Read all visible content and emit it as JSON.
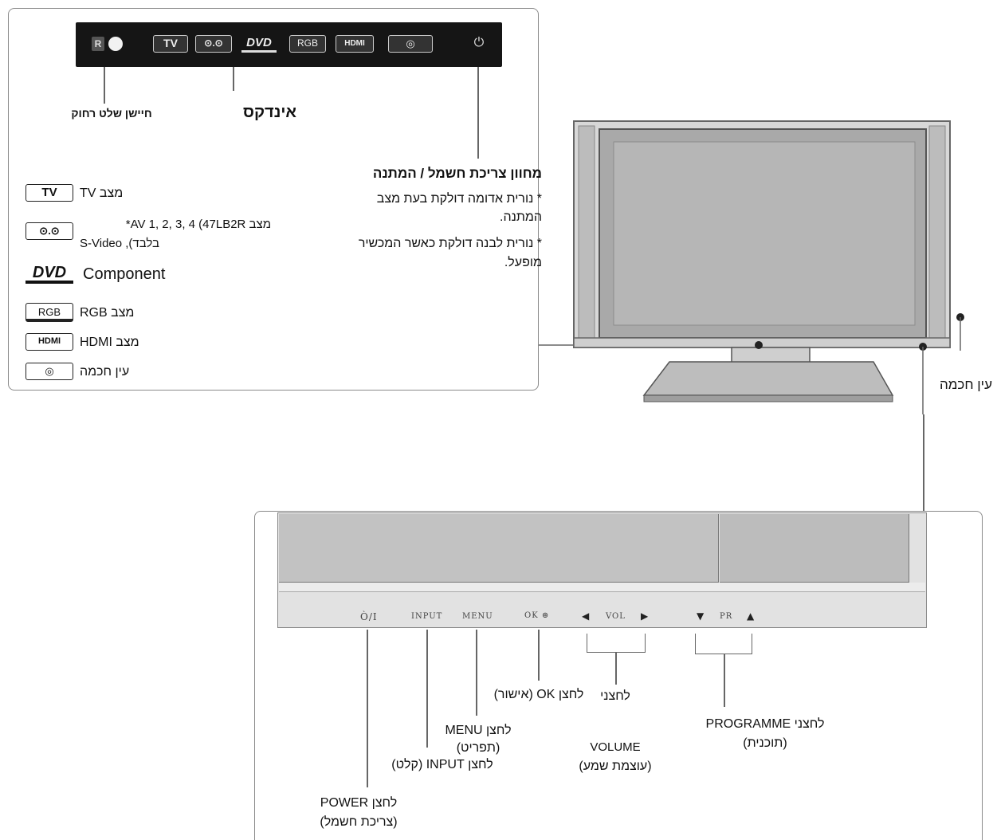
{
  "top_panel": {
    "strip": {
      "remote_letter": "R",
      "icons": [
        {
          "name": "tv-badge",
          "label": "TV"
        },
        {
          "name": "av-icon",
          "label": "⊙.⊙"
        },
        {
          "name": "dvd-icon",
          "label": "DVD"
        },
        {
          "name": "rgb-badge",
          "label": "RGB"
        },
        {
          "name": "hdmi-badge",
          "label": "HDMI"
        },
        {
          "name": "intelligent-eye-icon",
          "label": "◎"
        }
      ],
      "power_symbol": "⏻"
    },
    "remote_sensor_label": "חיישן שלט רחוק",
    "index_label": "אינדקס",
    "standby_title": "מחוון צריכת חשמל / המתנה",
    "standby_lines": [
      "* נורית אדומה דולקת בעת מצב",
      "המתנה.",
      "* נורית לבנה דולקת כאשר המכשיר",
      "מופעל."
    ],
    "legend": [
      {
        "badge": "TV",
        "text": "מצב TV"
      },
      {
        "badge": "⊙.⊙",
        "text": "מצב AV 1, 2, 3, 4 (47LB2R*",
        "text2": "בלבד), S-Video"
      },
      {
        "badge": "DVD",
        "text": "Component"
      },
      {
        "badge": "RGB",
        "text": "מצב RGB"
      },
      {
        "badge": "HDMI",
        "text": "מצב HDMI"
      },
      {
        "badge": "◎",
        "text": "עין חכמה"
      }
    ]
  },
  "tv_label": "עין חכמה",
  "bottom_panel": {
    "controls": {
      "power": "Ò/I",
      "input": "INPUT",
      "menu": "MENU",
      "ok": "OK ⊛",
      "vol_left": "◀",
      "vol": "VOL",
      "vol_right": "▶",
      "pr_down": "▼",
      "pr": "PR",
      "pr_up": "▲"
    },
    "labels": {
      "ok": "לחצן OK (אישור)",
      "menu_1": "לחצן MENU",
      "menu_2": "(תפריט)",
      "input": "לחצן INPUT (קלט)",
      "power_1": "לחצן POWER",
      "power_2": "(צריכת חשמל)",
      "volume_1": "לחצני",
      "volume_2": "VOLUME",
      "volume_3": "(עוצמת שמע)",
      "programme_1": "לחצני PROGRAMME",
      "programme_2": "(תוכנית)"
    }
  }
}
